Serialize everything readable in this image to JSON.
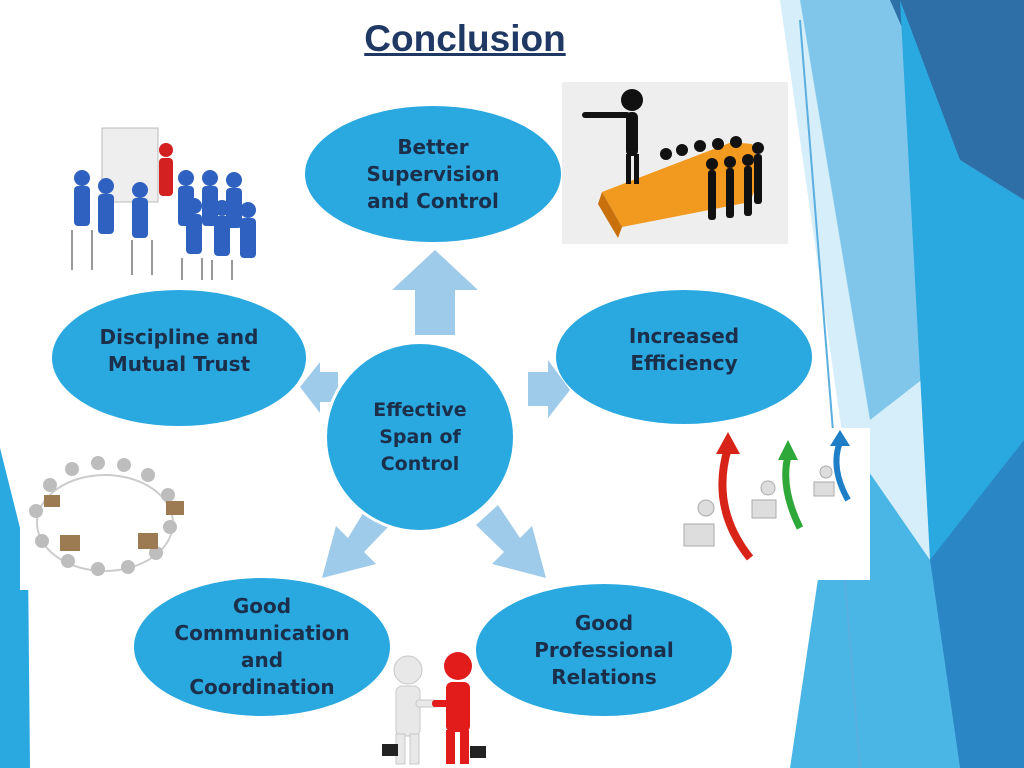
{
  "slide": {
    "title": "Conclusion"
  },
  "diagram": {
    "center": {
      "label": "Effective Span of Control"
    },
    "nodes": [
      {
        "id": "top",
        "label": "Better Supervision and Control"
      },
      {
        "id": "right",
        "label": "Increased Efficiency"
      },
      {
        "id": "bottom-right",
        "label": "Good Professional Relations"
      },
      {
        "id": "bottom-left",
        "label": "Good Communication and Coordination"
      },
      {
        "id": "left",
        "label": "Discipline and Mutual Trust"
      }
    ],
    "colors": {
      "node_fill": "#2aa8e0",
      "arrow_fill": "#9fcbea",
      "title": "#1f3864",
      "node_text": "#1b2f4a",
      "decor_dark": "#2a9bd8",
      "decor_light": "#bfe3f5"
    }
  },
  "images": [
    {
      "name": "presentation-audience-image"
    },
    {
      "name": "leader-pointing-team-image"
    },
    {
      "name": "people-circle-boxes-image"
    },
    {
      "name": "growth-arrows-image"
    },
    {
      "name": "handshake-image"
    }
  ]
}
